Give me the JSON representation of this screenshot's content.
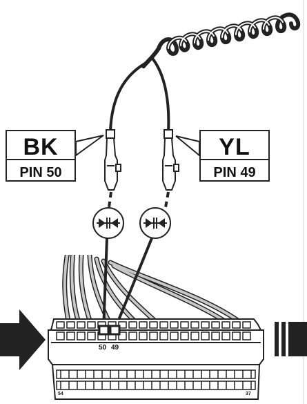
{
  "left_wire": {
    "color_code": "BK",
    "pin_label": "PIN 50"
  },
  "right_wire": {
    "color_code": "YL",
    "pin_label": "PIN 49"
  },
  "connector": {
    "pin_label_left": "50",
    "pin_label_right": "49",
    "corner_label_left": "54",
    "corner_label_right": "37"
  },
  "icons": {
    "tap_symbol": "pierce-tap-icon",
    "insert_direction": "arrow-right-icon"
  },
  "colors": {
    "wire": "#222222",
    "harness_wire": "#c8c8c8",
    "outline": "#222222"
  }
}
